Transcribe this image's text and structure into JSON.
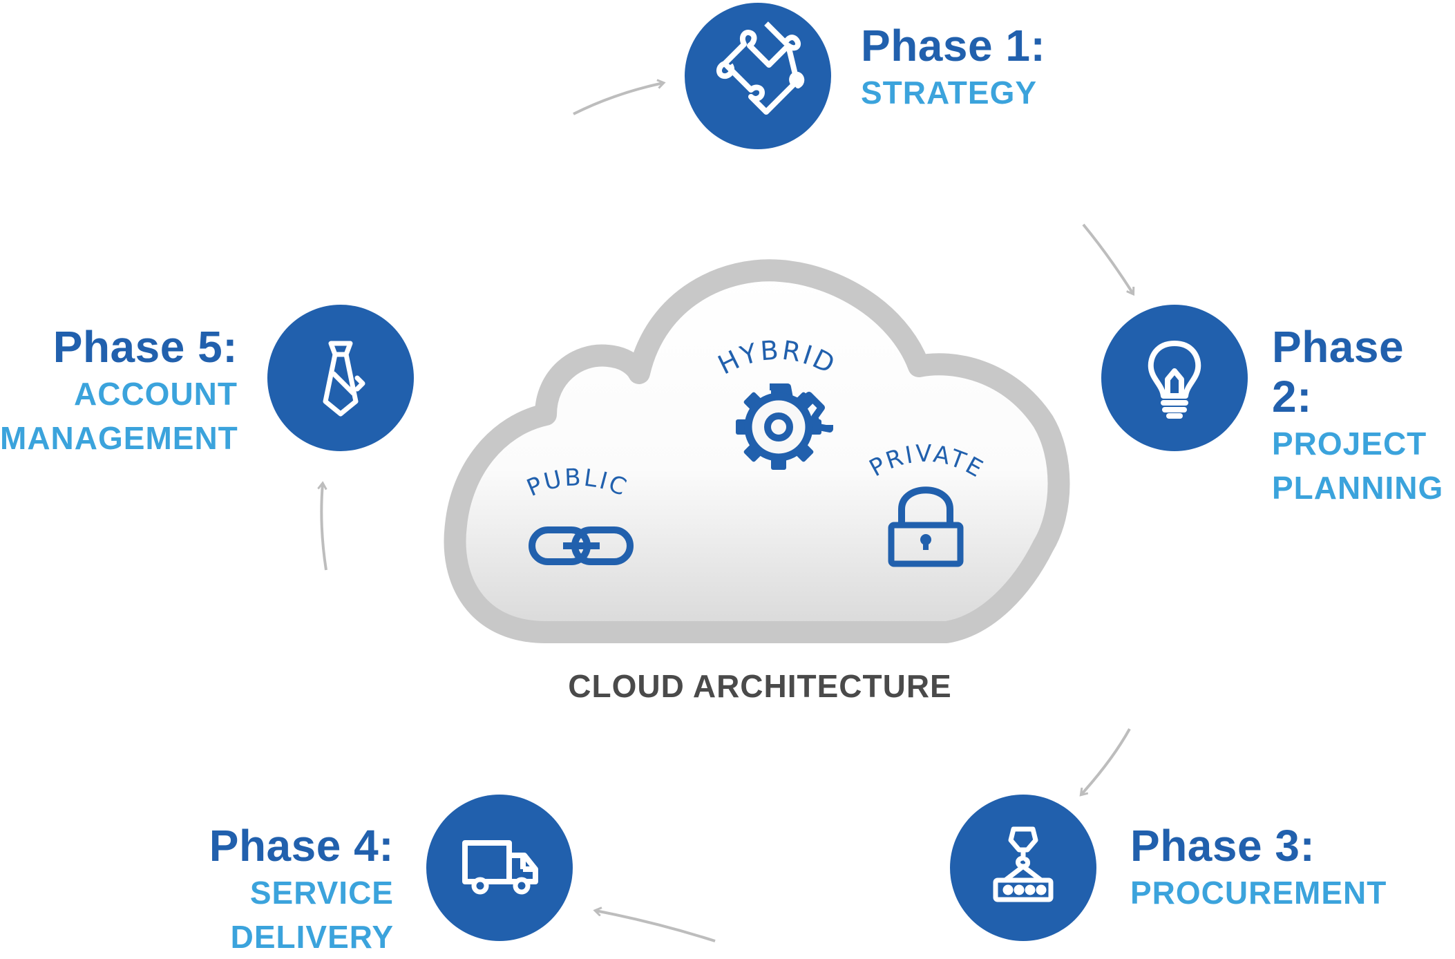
{
  "center": {
    "caption": "CLOUD ARCHITECTURE",
    "types": [
      {
        "label": "PUBLIC",
        "icon": "chain-link-icon"
      },
      {
        "label": "HYBRID",
        "icon": "gear-icon"
      },
      {
        "label": "PRIVATE",
        "icon": "padlock-icon"
      }
    ]
  },
  "phases": [
    {
      "title": "Phase 1:",
      "lines": [
        "STRATEGY"
      ],
      "icon": "puzzle-piece-icon"
    },
    {
      "title": "Phase 2:",
      "lines": [
        "PROJECT",
        "PLANNING"
      ],
      "icon": "lightbulb-icon"
    },
    {
      "title": "Phase 3:",
      "lines": [
        "PROCUREMENT"
      ],
      "icon": "crane-hook-icon"
    },
    {
      "title": "Phase 4:",
      "lines": [
        "SERVICE DELIVERY"
      ],
      "icon": "truck-icon"
    },
    {
      "title": "Phase 5:",
      "lines": [
        "ACCOUNT",
        "MANAGEMENT"
      ],
      "icon": "necktie-icon"
    }
  ],
  "colors": {
    "primary": "#2160ad",
    "accent": "#3ba3dc",
    "arrow": "#bdbdbd",
    "cloud_outline": "#c8c8c8",
    "caption": "#4a4a4a"
  }
}
